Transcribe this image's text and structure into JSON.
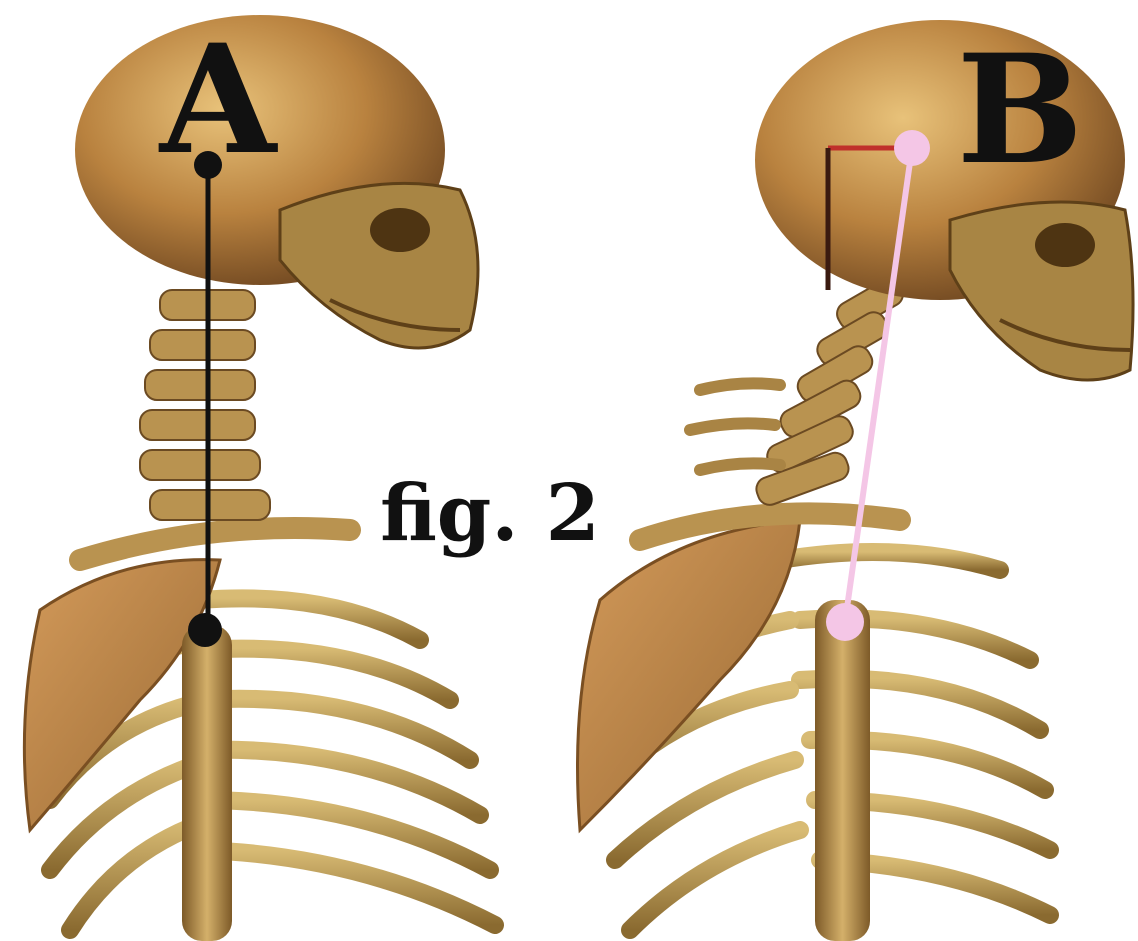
{
  "figure": {
    "panel_a_label": "A",
    "panel_b_label": "B",
    "caption": "fig. 2"
  },
  "colors": {
    "background": "#ffffff",
    "bone_light": "#c9a15a",
    "bone_mid": "#a97a3c",
    "bone_dark": "#6b4a22",
    "plumb_line": "#111111",
    "marker_pink": "#f4c6e6",
    "offset_bracket_red": "#c0302b",
    "offset_bracket_dark": "#3a1a10"
  }
}
